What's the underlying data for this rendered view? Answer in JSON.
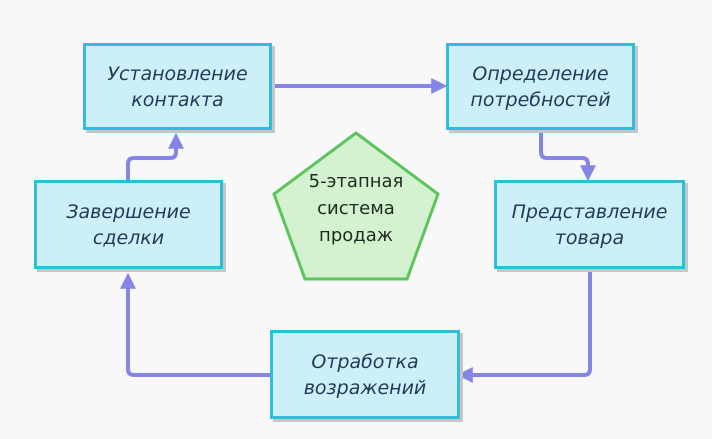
{
  "center": {
    "label": "5-этапная\nсистема\nпродаж"
  },
  "stages": [
    {
      "label": "Установление\nконтакта"
    },
    {
      "label": "Определение\nпотребностей"
    },
    {
      "label": "Представление\nтовара"
    },
    {
      "label": "Отработка\nвозражений"
    },
    {
      "label": "Завершение\nсделки"
    }
  ],
  "colors": {
    "box_fill": "#cdeff8",
    "box_border": "#2fbdd8",
    "arrow": "#8585e8",
    "pentagon_fill": "#d4f2d0",
    "pentagon_border": "#5cc45c",
    "shadow": "#c6c6c6"
  }
}
